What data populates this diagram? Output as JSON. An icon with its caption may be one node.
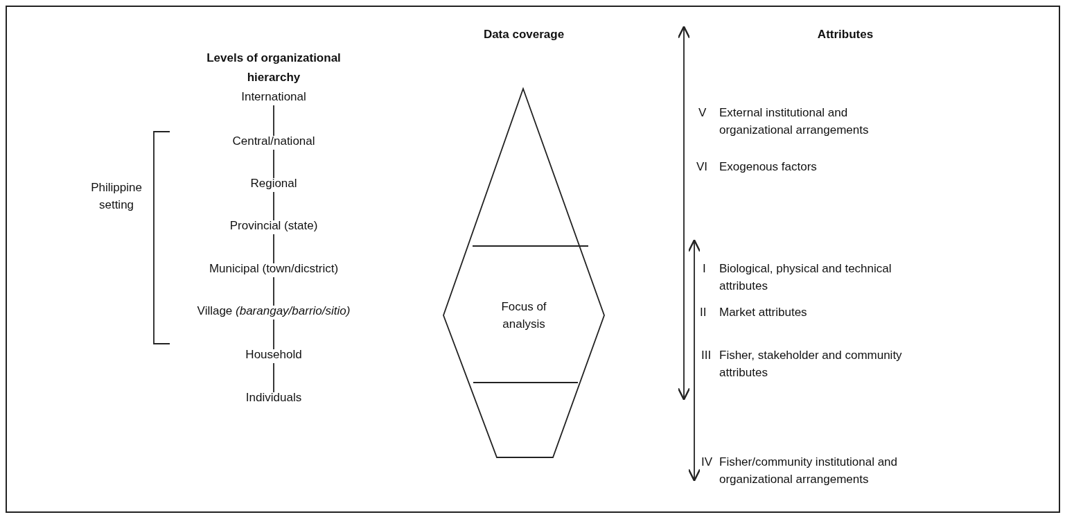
{
  "diagram": {
    "nodes": [
      {
        "text": [
          "International"
        ]
      },
      {
        "text": [
          "Central/national"
        ]
      },
      {
        "text": [
          "Regional"
        ]
      },
      {
        "text": [
          "Provincial (state)"
        ]
      },
      {
        "text": [
          "Municipal (town/dicstrict)"
        ]
      },
      {
        "text": [
          "Village *(barangay/barrio/sitio)*"
        ]
      },
      {
        "text": [
          "Household"
        ]
      },
      {
        "text": [
          "Individuals"
        ]
      },
      {
        "text": [
          "Data coverage",
          "Focus of analysis"
        ]
      }
    ],
    "edges": [
      {
        "from": 0,
        "to": 1,
        "arrow": "none"
      },
      {
        "from": 1,
        "to": 2,
        "arrow": "none"
      },
      {
        "from": 2,
        "to": 3,
        "arrow": "none"
      },
      {
        "from": 3,
        "to": 4,
        "arrow": "none"
      },
      {
        "from": 4,
        "to": 5,
        "arrow": "none"
      },
      {
        "from": 5,
        "to": 6,
        "arrow": "none"
      },
      {
        "from": 6,
        "to": 7,
        "arrow": "none"
      }
    ],
    "labels": [
      "Levels of organizational hierarchy",
      "Attributes",
      "V",
      "External institutional and organizational arrangements",
      "VI",
      "Exogenous factors",
      "Philippine setting",
      "I",
      "Biological, physical and technical attributes",
      "II",
      "Market attributes",
      "III",
      "Fisher, stakeholder and community attributes",
      "IV",
      "Fisher/community institutional and organizational arrangements"
    ]
  }
}
